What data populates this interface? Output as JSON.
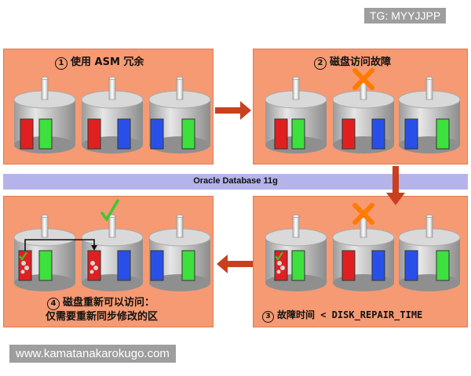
{
  "watermark_top": "TG: MYYJJPP",
  "watermark_bottom": "www.kamatanakarokugo.com",
  "band_label": "Oracle Database 11g",
  "steps": [
    {
      "num": "1",
      "text": "使用 ASM 冗余"
    },
    {
      "num": "2",
      "text": "磁盘访问故障"
    },
    {
      "num": "3",
      "text": "故障时间 < DISK_REPAIR_TIME"
    },
    {
      "num": "4",
      "line1": "磁盘重新可以访问：",
      "line2": "仅需要重新同步修改的区"
    }
  ],
  "colors": {
    "panel": "#f59a73",
    "band": "#b4b3ea",
    "arrow": "#c8401e",
    "red_extent": "#e02020",
    "green_extent": "#3de03d",
    "blue_extent": "#2850e8",
    "cylinder": "#cfcfcf",
    "check": "#3cc832",
    "cross": "#ff7a00"
  },
  "icons": [
    "cross-icon",
    "check-icon",
    "arrow-right",
    "arrow-down",
    "arrow-left"
  ]
}
